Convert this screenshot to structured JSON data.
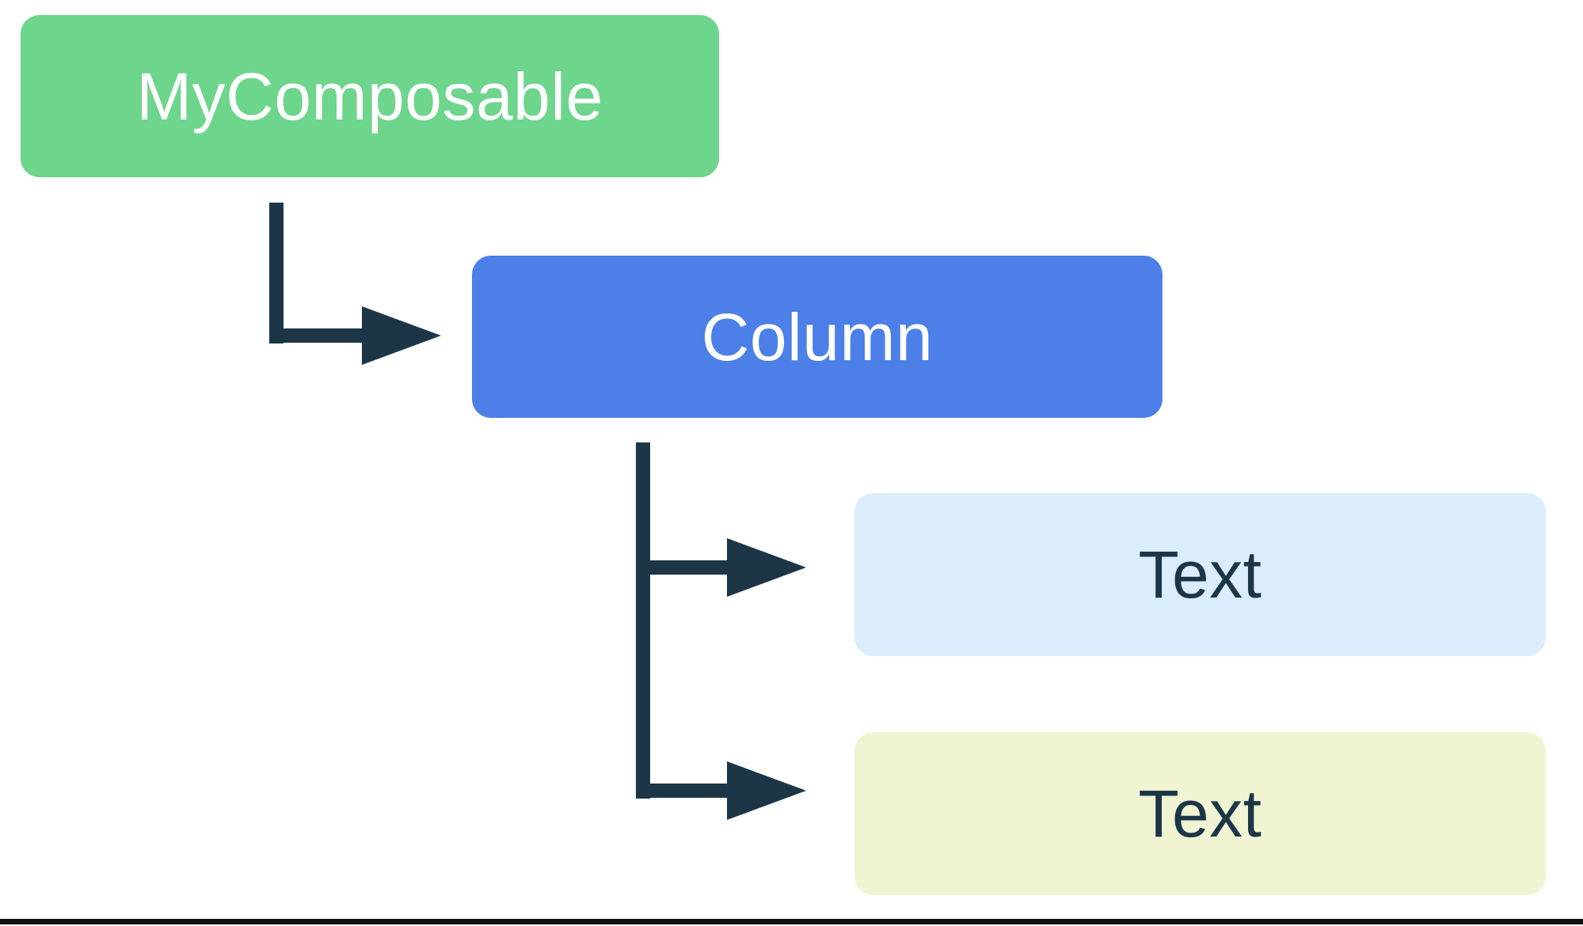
{
  "diagram": {
    "description": "Composable UI tree hierarchy diagram",
    "nodes": [
      {
        "id": "my-composable",
        "label": "MyComposable",
        "fill": "#6DD58C",
        "text_color": "#FFFFFF"
      },
      {
        "id": "column",
        "label": "Column",
        "fill": "#4C80E8",
        "text_color": "#FFFFFF"
      },
      {
        "id": "text-1",
        "label": "Text",
        "fill": "#DBECFB",
        "text_color": "#1C3648"
      },
      {
        "id": "text-2",
        "label": "Text",
        "fill": "#F0F4D3",
        "text_color": "#1C3648"
      }
    ],
    "edges": [
      {
        "from": "my-composable",
        "to": "column"
      },
      {
        "from": "column",
        "to": "text-1"
      },
      {
        "from": "column",
        "to": "text-2"
      }
    ],
    "connector_color": "#1C3648",
    "background_color": "#FFFFFF",
    "bottom_border_color": "#111111"
  }
}
